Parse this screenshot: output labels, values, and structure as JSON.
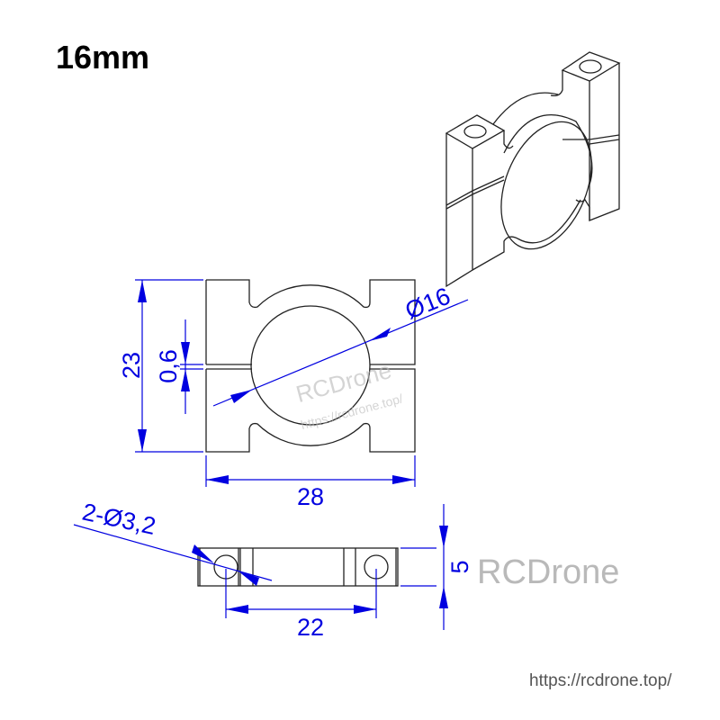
{
  "title": "16mm",
  "dimensions": {
    "height": "23",
    "gap": "0,6",
    "width": "28",
    "bore_diameter": "Ø16",
    "holes": "2-Ø3,2",
    "hole_spacing": "22",
    "thickness": "5"
  },
  "watermarks": {
    "brand": "RCDrone",
    "url_inline": "https://rcdrone.top/",
    "url_footer": "https://rcdrone.top/"
  },
  "colors": {
    "dimension": "#0000e0",
    "part_outline": "#222222",
    "watermark": "#b9b9b9"
  }
}
